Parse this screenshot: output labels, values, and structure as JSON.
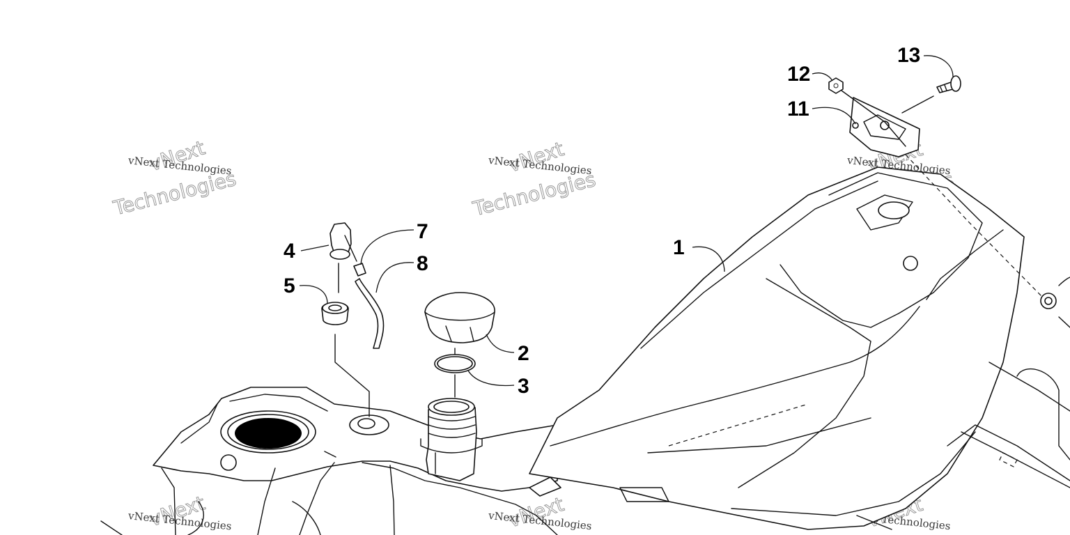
{
  "watermark": {
    "text_small": "vNext Technologies",
    "text_big_1": "vNext",
    "text_big_2": "Technologies"
  },
  "callouts": {
    "c1": "1",
    "c2": "2",
    "c3": "3",
    "c4": "4",
    "c5": "5",
    "c7": "7",
    "c8": "8",
    "c11": "11",
    "c12": "12",
    "c13": "13"
  }
}
